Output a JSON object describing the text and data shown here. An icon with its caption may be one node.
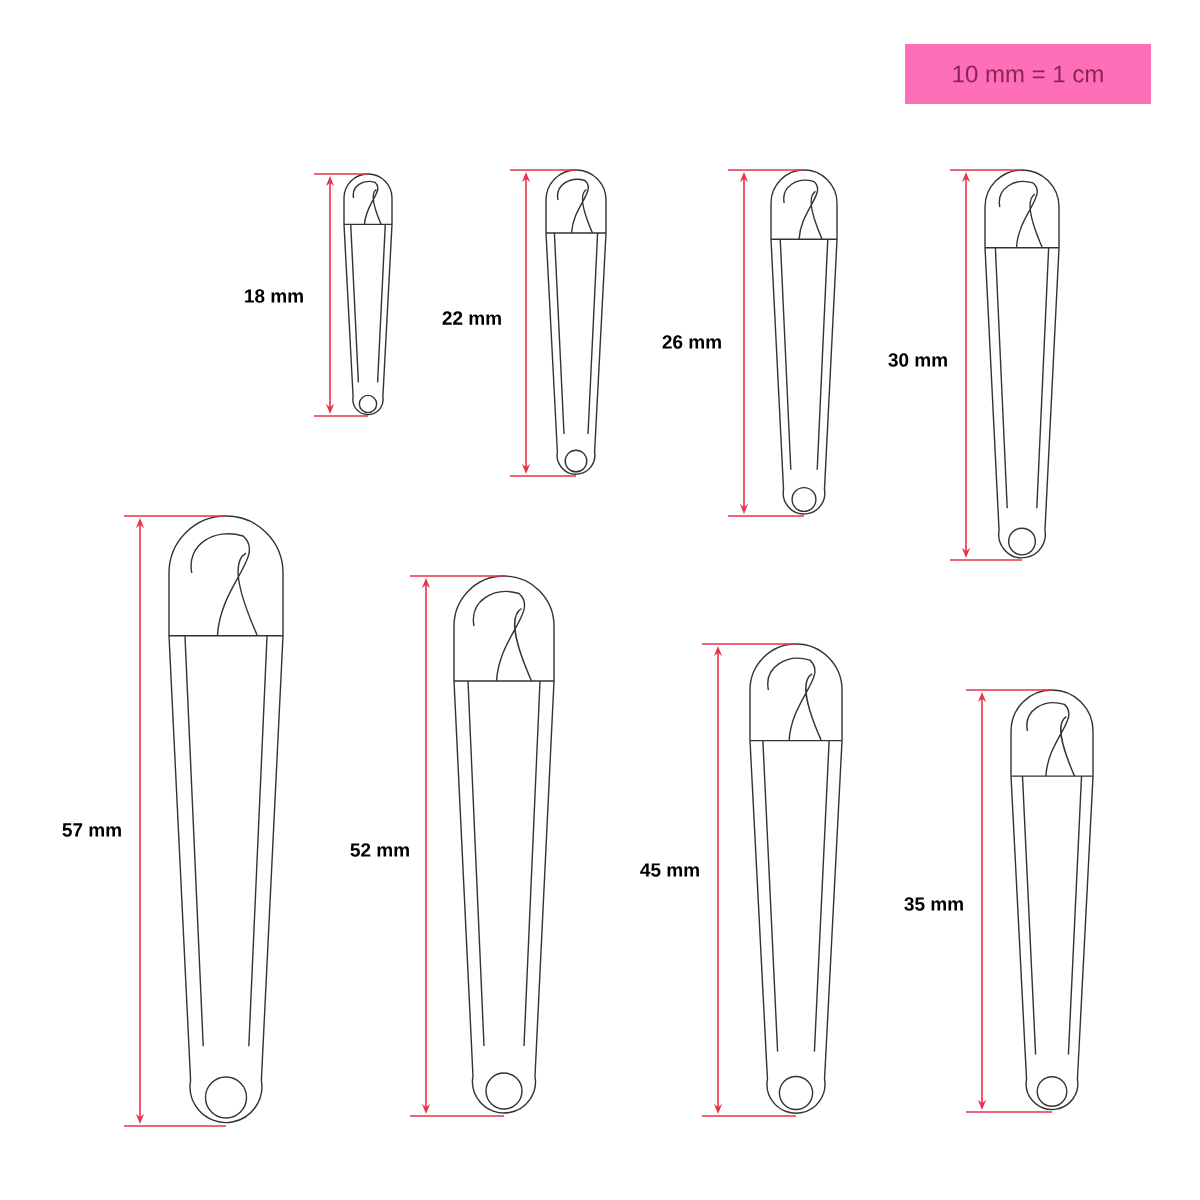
{
  "diagram": {
    "nodes": [
      {
        "text": [
          "10 mm = 1 cm"
        ]
      }
    ],
    "labels": [
      "18 mm",
      "22 mm",
      "26 mm",
      "30 mm",
      "57 mm",
      "52 mm",
      "45 mm",
      "35 mm"
    ]
  }
}
